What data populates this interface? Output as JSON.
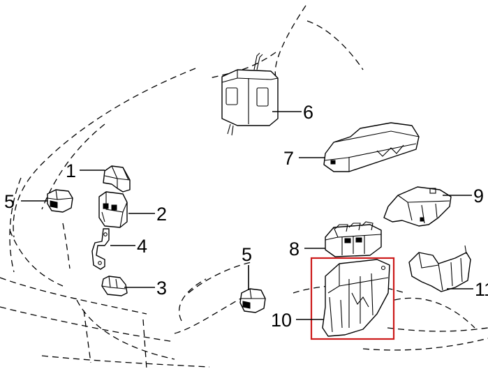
{
  "callouts": {
    "c1": "1",
    "c2": "2",
    "c3": "3",
    "c4": "4",
    "c5_left": "5",
    "c5_center": "5",
    "c6": "6",
    "c7": "7",
    "c8": "8",
    "c9": "9",
    "c10": "10",
    "c11": "11"
  },
  "colors": {
    "highlight_box": "#cc1a1a",
    "lines": "#000000",
    "background": "#ffffff"
  }
}
